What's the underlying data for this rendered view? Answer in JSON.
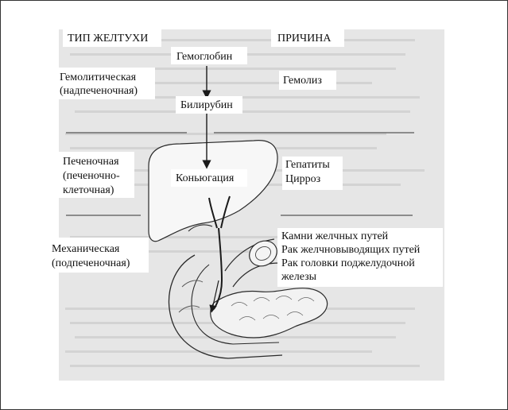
{
  "headers": {
    "type_col": "ТИП ЖЕЛТУХИ",
    "cause_col": "ПРИЧИНА"
  },
  "pathway": {
    "hemoglobin": "Гемоглобин",
    "bilirubin": "Билирубин",
    "conjugation": "Коньюгация"
  },
  "types": {
    "hemolytic": [
      "Гемолитическая",
      "(надпеченочная)"
    ],
    "hepatic": [
      "Печеночная",
      "(печеночно-",
      "клеточная)"
    ],
    "mechanical": [
      "Механическая",
      "(подпеченочная)"
    ]
  },
  "causes": {
    "hemolytic": [
      "Гемолиз"
    ],
    "hepatic": [
      "Гепатиты",
      "Цирроз"
    ],
    "mechanical": [
      "Камни желчных путей",
      "Рак желчновыводящих путей",
      "Рак головки поджелудочной",
      "железы"
    ]
  },
  "colors": {
    "background": "#ffffff",
    "scan_gray": "#e6e6e6",
    "line": "#1a1a1a"
  }
}
